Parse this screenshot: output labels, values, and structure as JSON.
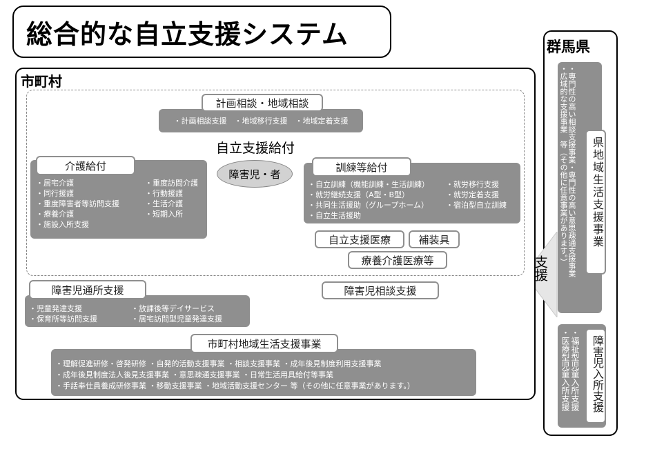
{
  "title": "総合的な自立支援システム",
  "prefecture": {
    "title": "群馬県",
    "area_support": {
      "title": "県地域生活支援事業",
      "desc": "・専門性の高い相談支援事業・専門性の高い意思疎通支援事業\n・広域的な支援事業　等（その他に任意事業があります。）"
    },
    "child_facility": {
      "title": "障害児入所支援",
      "items": "・福祉型児童入所支援\n・医療型児童入所支援"
    }
  },
  "support_arrow": "支援",
  "municipality": {
    "title": "市町村",
    "center_title": "自立支援給付",
    "center_ellipse": "障害児・者",
    "planning": {
      "title": "計画相談・地域相談",
      "items": "・計画相談支援　・地域移行支援　・地域定着支援"
    },
    "care": {
      "title": "介護給付",
      "col1": "・居宅介護\n・同行援護\n・重度障害者等訪問支援\n・療養介護\n・施設入所支援",
      "col2": "・重度訪問介護\n・行動援護\n・生活介護\n・短期入所"
    },
    "training": {
      "title": "訓練等給付",
      "col1": "・自立訓練（機能訓練・生活訓練）\n・就労継続支援（A型・B型）\n・共同生活援助（グループホーム）\n・自立生活援助",
      "col2": "・就労移行支援\n・就労定着支援\n・宿泊型自立訓練"
    },
    "medical": "自立支援医療",
    "devices": "補装具",
    "medical_care": "療養介護医療等",
    "child_daycare": {
      "title": "障害児通所支援",
      "col1": "・児童発達支援\n・保育所等訪問支援",
      "col2": "・放課後等デイサービス\n・居宅訪問型児童発達支援"
    },
    "child_consult": "障害児相談支援",
    "local_support": {
      "title": "市町村地域生活支援事業",
      "items": "・理解促進研修・啓発研修 ・自発的活動支援事業 ・相談支援事業 ・成年後見制度利用支援事業\n・成年後見制度法人後見支援事業 ・意思疎通支援事業 ・日常生活用具給付等事業\n・手話奉仕員養成研修事業 ・移動支援事業 ・地域活動支援センター 等（その他に任意事業があります。）"
    }
  }
}
